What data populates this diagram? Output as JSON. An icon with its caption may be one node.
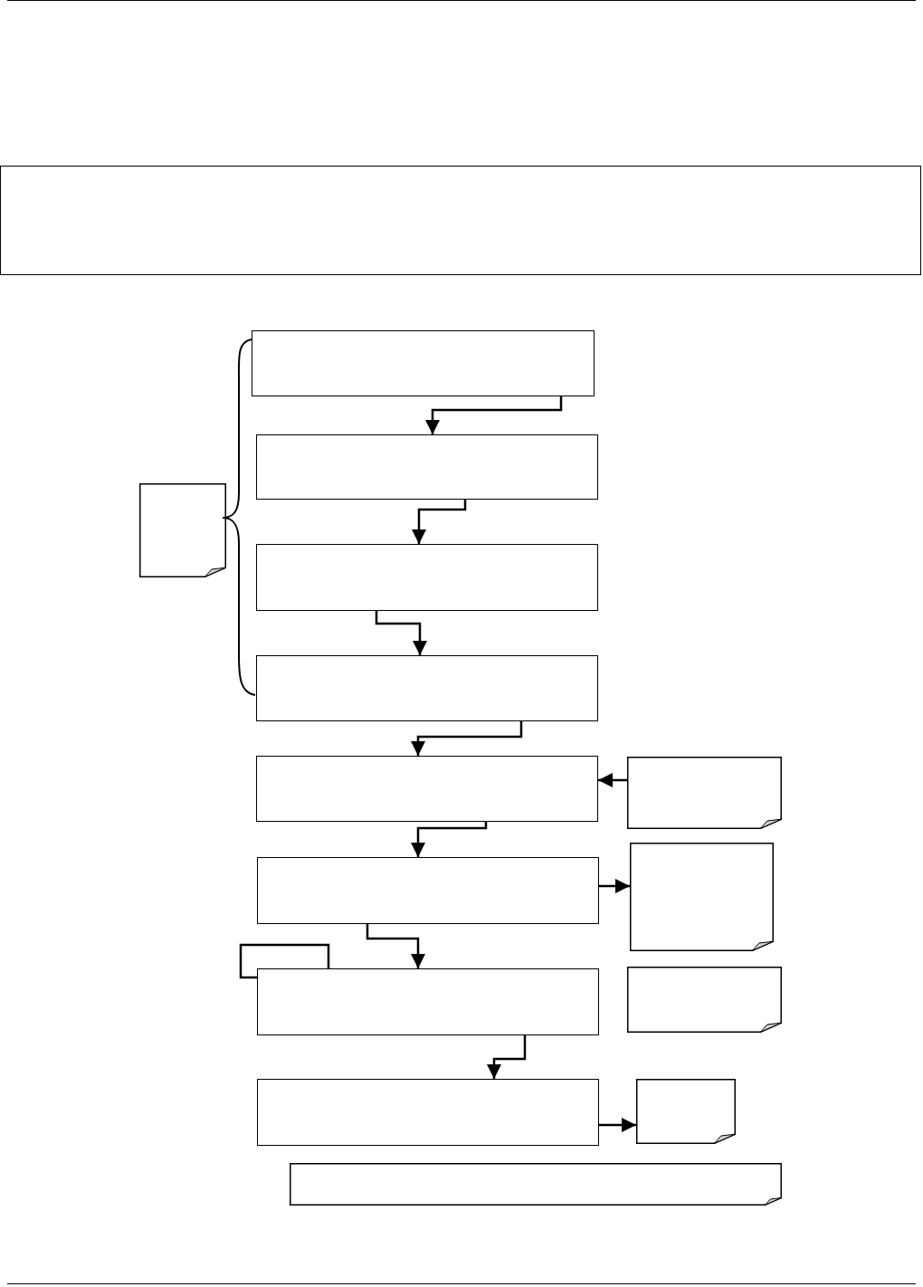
{
  "diagram": {
    "nodes": [
      {
        "text": [],
        "shape": "box"
      },
      {
        "text": [],
        "shape": "box"
      },
      {
        "text": [],
        "shape": "box"
      },
      {
        "text": [],
        "shape": "box"
      },
      {
        "text": [],
        "shape": "box"
      },
      {
        "text": [],
        "shape": "box"
      },
      {
        "text": [],
        "shape": "box"
      },
      {
        "text": [],
        "shape": "box"
      },
      {
        "text": [],
        "shape": "box"
      },
      {
        "text": [],
        "shape": "note"
      },
      {
        "text": [],
        "shape": "note"
      },
      {
        "text": [],
        "shape": "note"
      },
      {
        "text": [],
        "shape": "note"
      },
      {
        "text": [],
        "shape": "note"
      },
      {
        "text": [],
        "shape": "note"
      }
    ],
    "edges": [
      {
        "from": 1,
        "to": 2,
        "arrow": "to"
      },
      {
        "from": 2,
        "to": 3,
        "arrow": "to"
      },
      {
        "from": 3,
        "to": 4,
        "arrow": "to"
      },
      {
        "from": 4,
        "to": 5,
        "arrow": "to"
      },
      {
        "from": 5,
        "to": 6,
        "arrow": "to"
      },
      {
        "from": 6,
        "to": 7,
        "arrow": "to"
      },
      {
        "from": 7,
        "to": 8,
        "arrow": "to"
      },
      {
        "from": 10,
        "to": 5,
        "arrow": "to"
      },
      {
        "from": 6,
        "to": 11,
        "arrow": "to"
      },
      {
        "from": 8,
        "to": 13,
        "arrow": "to"
      },
      {
        "from": 7,
        "to": 7,
        "arrow": "none"
      }
    ]
  }
}
